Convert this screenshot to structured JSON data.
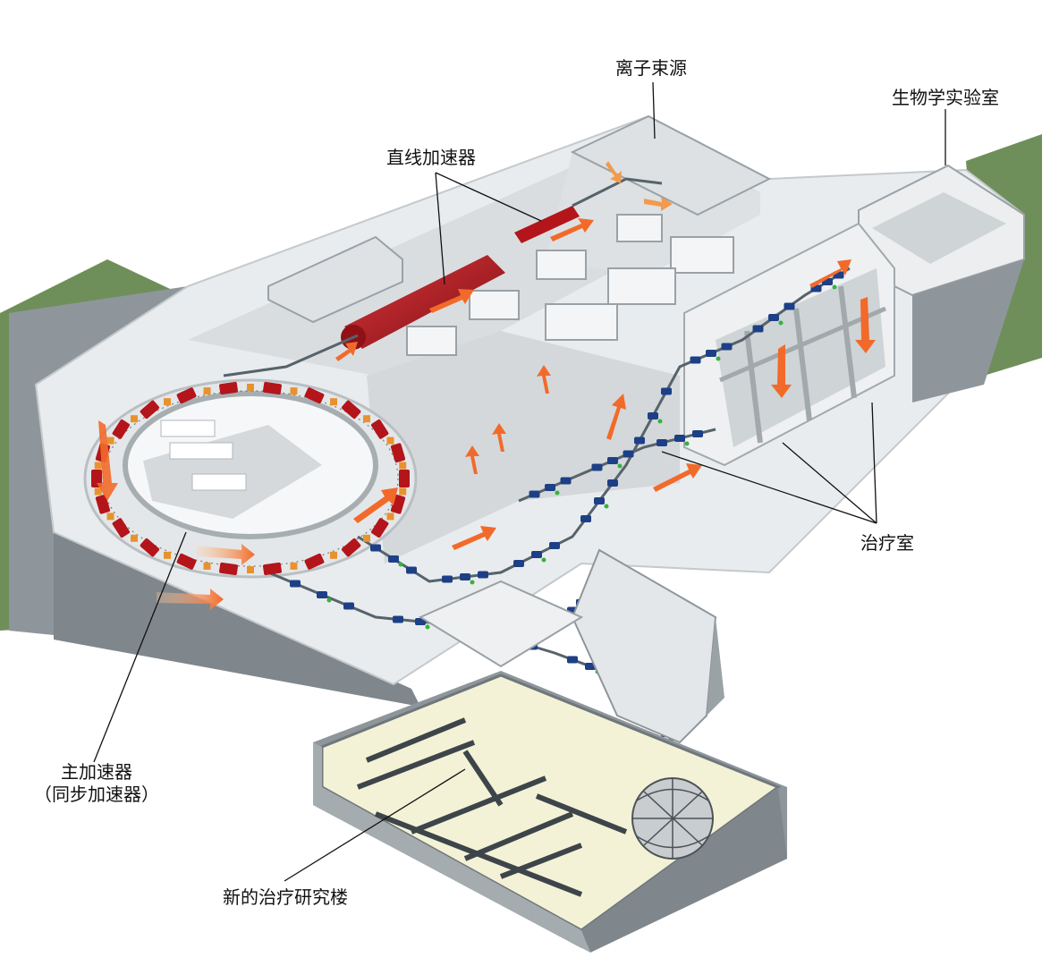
{
  "labels": {
    "ion_source": "离子束源",
    "biology_lab": "生物学实验室",
    "linac": "直线加速器",
    "treatment_room": "治疗室",
    "main_accelerator_line1": "主加速器",
    "main_accelerator_line2": "（同步加速器）",
    "new_building": "新的治疗研究楼"
  },
  "colors": {
    "ground": "#6f8f5a",
    "wall_top": "#e9ecee",
    "wall_side": "#8e969c",
    "floor": "#d9dde0",
    "new_floor": "#f3f2d6",
    "magnet_red": "#b3151b",
    "magnet_blue": "#1d3f86",
    "arrow_orange": "#f26a2a",
    "quad_orange": "#e8922e",
    "green_marker": "#35b33a"
  }
}
